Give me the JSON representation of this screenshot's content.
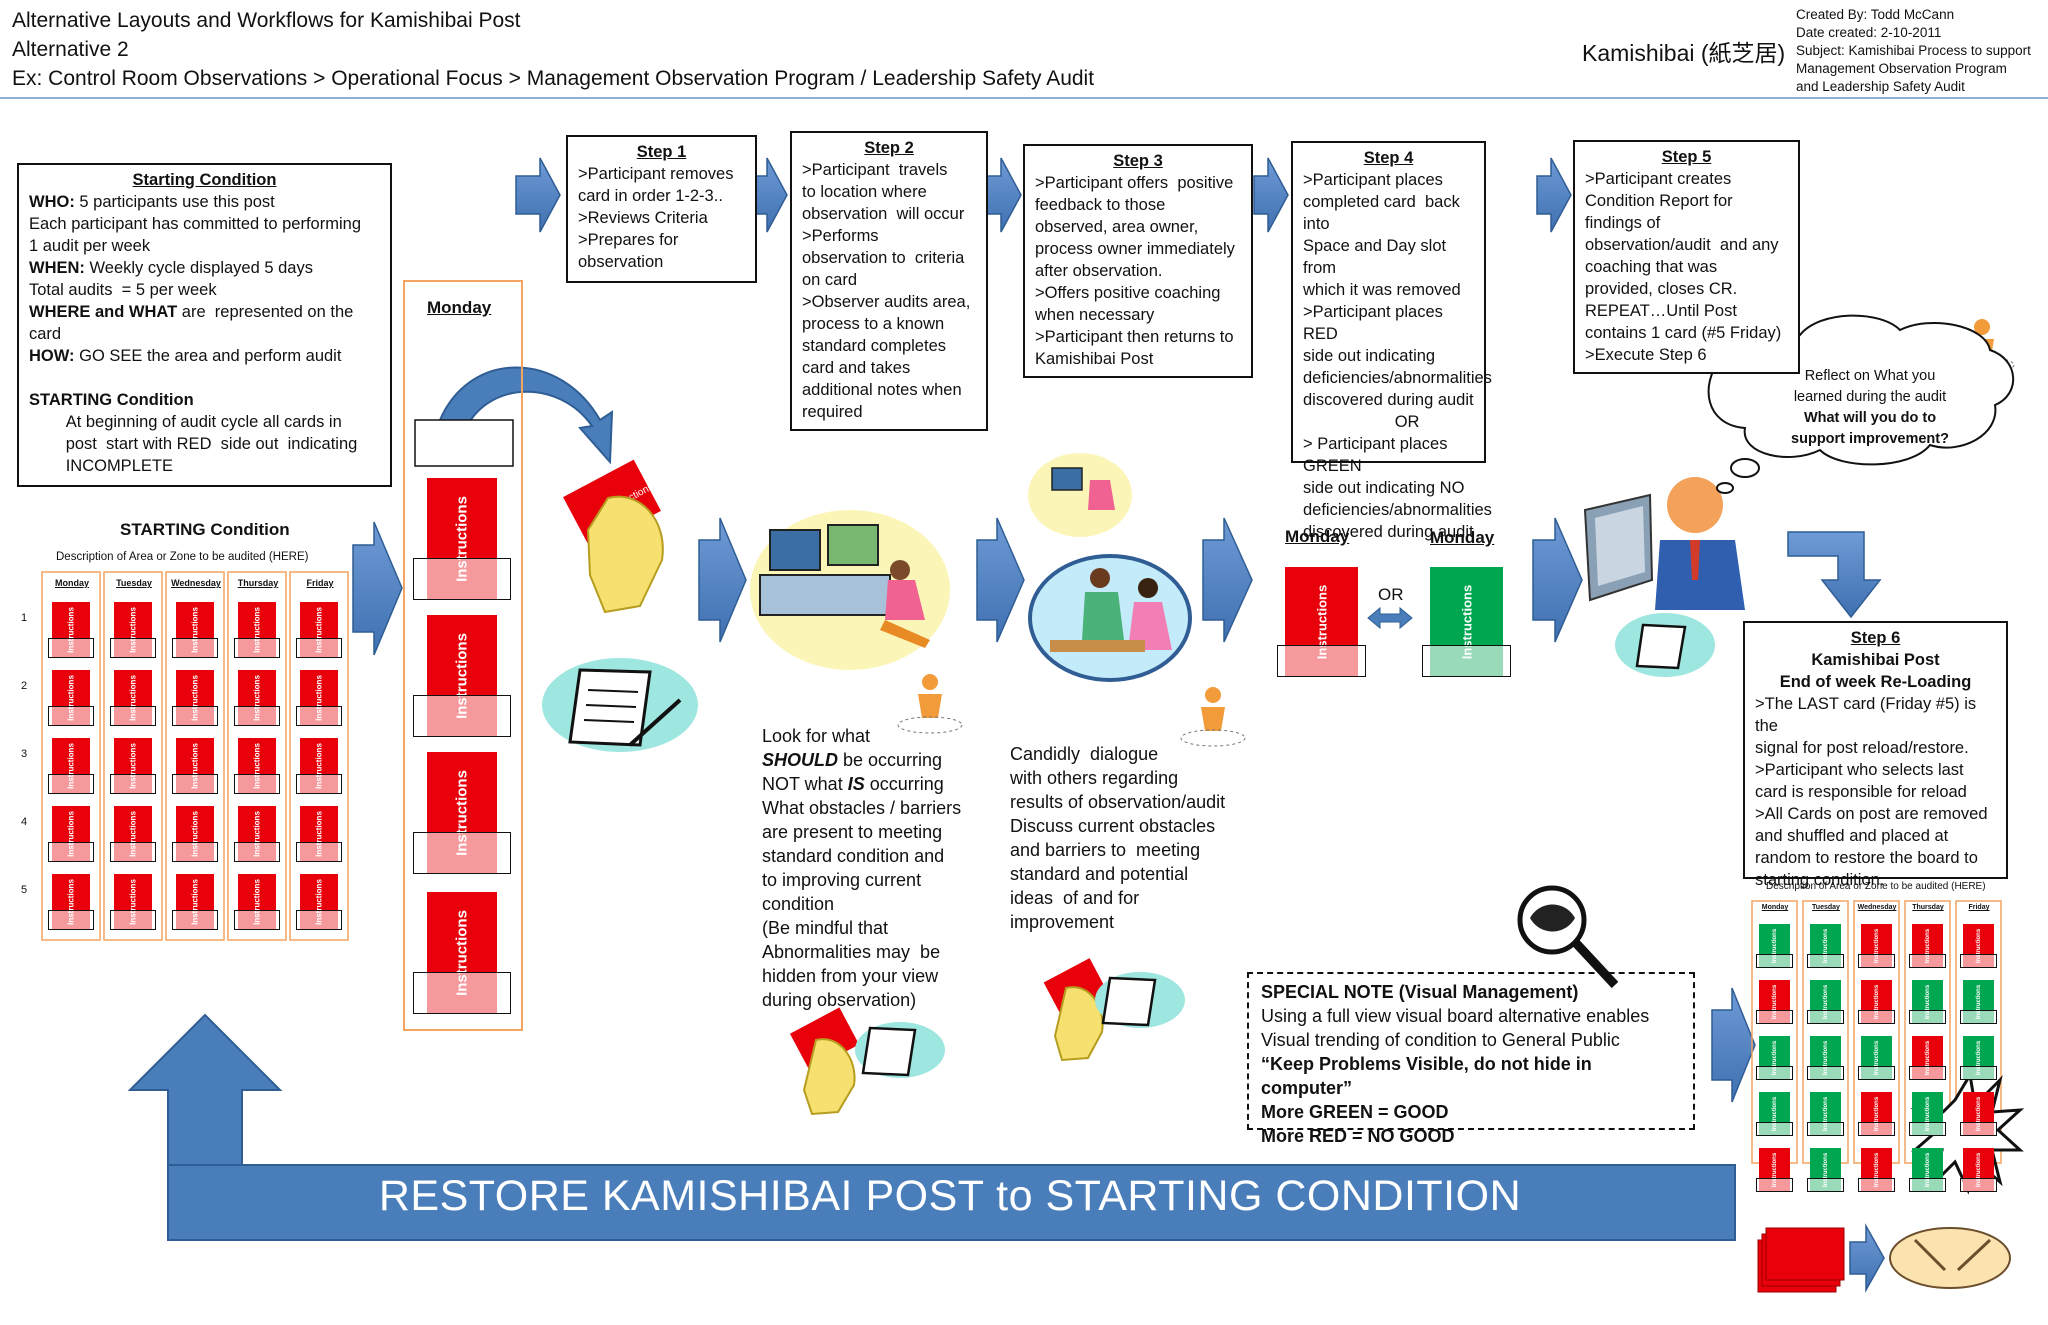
{
  "header": {
    "lines": [
      "Alternative Layouts and Workflows for Kamishibai Post",
      "Alternative 2",
      "Ex: Control Room Observations > Operational Focus > Management Observation Program / Leadership Safety Audit"
    ],
    "brand": "Kamishibai (紙芝居)",
    "meta": [
      "Created By: Todd McCann",
      "Date created: 2-10-2011",
      "Subject: Kamishibai Process to support",
      "Management Observation Program",
      "and Leadership Safety Audit"
    ]
  },
  "starting_box": {
    "title": "Starting Condition",
    "lines": [
      {
        "label": "WHO:",
        "text": " 5 participants use this post"
      },
      {
        "label": "",
        "text": "Each participant has committed to performing"
      },
      {
        "label": "",
        "text": "1 audit per week"
      },
      {
        "label": "WHEN:",
        "text": " Weekly cycle displayed 5 days"
      },
      {
        "label": "",
        "text": "Total audits  = 5 per week"
      },
      {
        "label": "WHERE and WHAT",
        "text": " are  represented on the"
      },
      {
        "label": "",
        "text": "card"
      },
      {
        "label": "HOW:",
        "text": " GO SEE the area and perform audit"
      },
      {
        "label": "",
        "text": " "
      },
      {
        "label": "STARTING Condition",
        "text": ""
      },
      {
        "label": "",
        "text": "        At beginning of audit cycle all cards in"
      },
      {
        "label": "",
        "text": "        post  start with RED  side out  indicating"
      },
      {
        "label": "",
        "text": "        INCOMPLETE"
      }
    ]
  },
  "left_board": {
    "title": "STARTING Condition",
    "description": "Description of Area or Zone to be audited (HERE)",
    "days": [
      "Monday",
      "Tuesday",
      "Wednesday",
      "Thursday",
      "Friday"
    ],
    "rows": [
      "1",
      "2",
      "3",
      "4",
      "5"
    ]
  },
  "monday_column": {
    "label": "Monday"
  },
  "card_label": "Instructions",
  "steps": [
    {
      "title": "Step 1",
      "lines": [
        ">Participant removes",
        "card in order 1-2-3..",
        ">Reviews Criteria",
        ">Prepares for",
        "observation"
      ]
    },
    {
      "title": "Step 2",
      "lines": [
        ">Participant  travels",
        "to location where",
        "observation  will occur",
        ">Performs",
        "observation to  criteria",
        "on card",
        ">Observer audits area,",
        "process to a known",
        "standard completes",
        "card and takes",
        "additional notes when",
        "required"
      ]
    },
    {
      "title": "Step 3",
      "lines": [
        ">Participant offers  positive",
        "feedback to those",
        "observed, area owner,",
        "process owner immediately",
        "after observation.",
        ">Offers positive coaching",
        "when necessary",
        ">Participant then returns to",
        "Kamishibai Post"
      ]
    },
    {
      "title": "Step 4",
      "lines": [
        ">Participant places",
        "completed card  back into",
        "Space and Day slot from",
        "which it was removed",
        ">Participant places RED",
        "side out indicating",
        "deficiencies/abnormalities",
        "discovered during audit",
        "                    OR",
        "> Participant places GREEN",
        "side out indicating NO",
        "deficiencies/abnormalities",
        "discovered during audit"
      ]
    },
    {
      "title": "Step  5",
      "lines": [
        ">Participant creates",
        "Condition Report for",
        "findings of",
        "observation/audit  and any",
        "coaching that was",
        "provided, closes CR.",
        "REPEAT…Until Post",
        "contains 1 card (#5 Friday)",
        ">Execute Step 6"
      ]
    }
  ],
  "step6": {
    "title": "Step 6",
    "subtitle1": "Kamishibai Post",
    "subtitle2": "End of week Re-Loading",
    "lines": [
      ">The LAST card (Friday #5) is the",
      "signal for post reload/restore.",
      ">Participant who selects last",
      "card is responsible for reload",
      ">All Cards on post are removed",
      "and shuffled and placed at",
      "random to restore the board to",
      "starting condition."
    ]
  },
  "look_text": [
    {
      "parts": [
        [
          "Look for what",
          ""
        ]
      ]
    },
    {
      "parts": [
        [
          "SHOULD",
          "bi"
        ],
        [
          " be occurring",
          ""
        ]
      ]
    },
    {
      "parts": [
        [
          "NOT what ",
          ""
        ],
        [
          "IS",
          "bi"
        ],
        [
          " occurring",
          ""
        ]
      ]
    },
    {
      "parts": [
        [
          "What obstacles / barriers",
          ""
        ]
      ]
    },
    {
      "parts": [
        [
          "are present to meeting",
          ""
        ]
      ]
    },
    {
      "parts": [
        [
          "standard condition and",
          ""
        ]
      ]
    },
    {
      "parts": [
        [
          "to improving current",
          ""
        ]
      ]
    },
    {
      "parts": [
        [
          "condition",
          ""
        ]
      ]
    },
    {
      "parts": [
        [
          "(Be mindful that",
          ""
        ]
      ]
    },
    {
      "parts": [
        [
          "Abnormalities may  be",
          ""
        ]
      ]
    },
    {
      "parts": [
        [
          "hidden from your view",
          ""
        ]
      ]
    },
    {
      "parts": [
        [
          "during observation)",
          ""
        ]
      ]
    }
  ],
  "dialogue_text": [
    "Candidly  dialogue",
    "with others regarding",
    "results of observation/audit",
    "Discuss current obstacles",
    "and barriers to  meeting",
    "standard and potential",
    "ideas  of and for",
    "improvement"
  ],
  "step4_visual": {
    "monday1": "Monday",
    "monday2": "Monday",
    "or": "OR"
  },
  "thought": {
    "line1": "Reflect  on What you",
    "line2": "learned  during the audit",
    "line3": "What will you do to",
    "line4": "support improvement?"
  },
  "right_board": {
    "description": "Description of Area or Zone to be audited (HERE)",
    "days": [
      "Monday",
      "Tuesday",
      "Wednesday",
      "Thursday",
      "Friday"
    ],
    "colors": [
      [
        "green",
        "green",
        "red",
        "red",
        "red"
      ],
      [
        "red",
        "green",
        "red",
        "green",
        "green"
      ],
      [
        "green",
        "green",
        "green",
        "red",
        "green"
      ],
      [
        "green",
        "green",
        "red",
        "green",
        "red"
      ],
      [
        "red",
        "green",
        "red",
        "green",
        "red"
      ]
    ]
  },
  "special_note": {
    "title": "SPECIAL NOTE (Visual Management)",
    "line1": "Using  a full view visual board alternative enables",
    "line2": "Visual trending of condition to General Public",
    "line3": "“Keep Problems Visible, do not hide in computer”",
    "line4": "More GREEN = GOOD",
    "line5": "More RED = NO GOOD"
  },
  "banner": "RESTORE KAMISHIBAI POST to STARTING CONDITION",
  "colors": {
    "red": "#e8000b",
    "green": "#00a650",
    "arrow": "#4a7ebb",
    "arrow_dark": "#2f5d94",
    "orange_border": "#f4a460"
  }
}
